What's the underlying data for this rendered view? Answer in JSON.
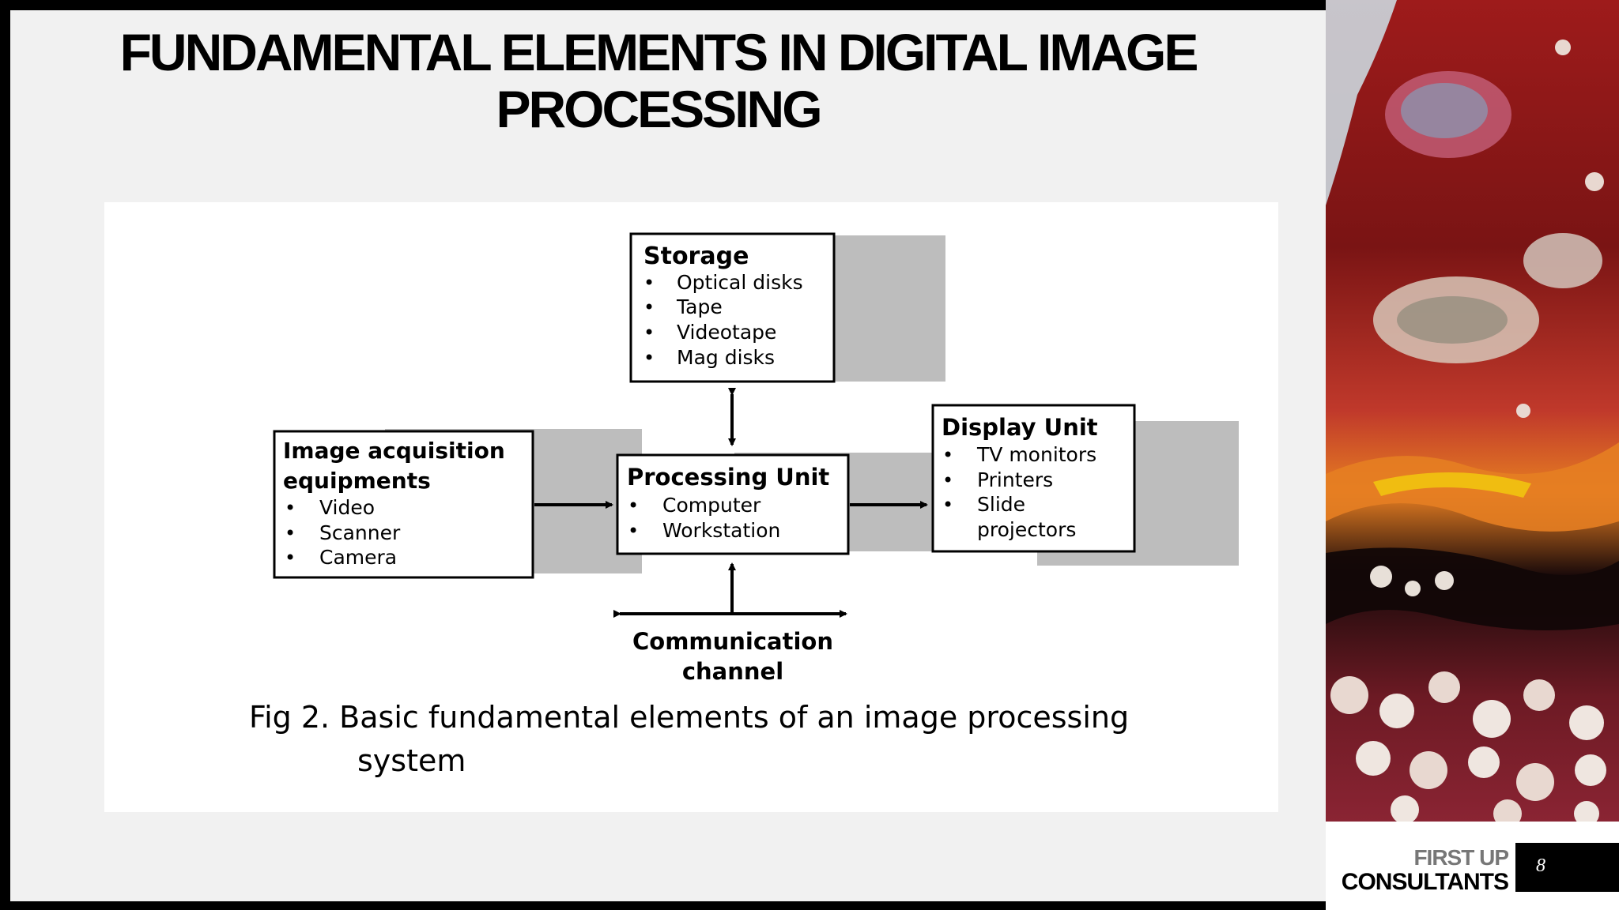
{
  "slide": {
    "title_line1": "FUNDAMENTAL ELEMENTS IN DIGITAL IMAGE",
    "title_line2": "PROCESSING",
    "page_number": "8"
  },
  "logo": {
    "line1": "FIRST UP",
    "line2": "CONSULTANTS"
  },
  "diagram": {
    "storage": {
      "title": "Storage",
      "items": [
        "Optical disks",
        "Tape",
        "Videotape",
        "Mag disks"
      ]
    },
    "acquisition": {
      "title_line1": "Image acquisition",
      "title_line2": "equipments",
      "items": [
        "Video",
        "Scanner",
        "Camera"
      ]
    },
    "processing": {
      "title": "Processing Unit",
      "items": [
        "Computer",
        "Workstation"
      ]
    },
    "display": {
      "title": "Display Unit",
      "items": [
        "TV monitors",
        "Printers",
        "Slide",
        "projectors"
      ]
    },
    "communication": {
      "line1": "Communication",
      "line2": "channel"
    },
    "caption_line1": "Fig 2. Basic fundamental elements of an image processing",
    "caption_line2": "system",
    "bullet": "•"
  },
  "art": {
    "description_colors": [
      "#8b1a1a",
      "#c0392b",
      "#e67e22",
      "#f1c40f",
      "#1a0a0a",
      "#e8d8d0"
    ]
  }
}
